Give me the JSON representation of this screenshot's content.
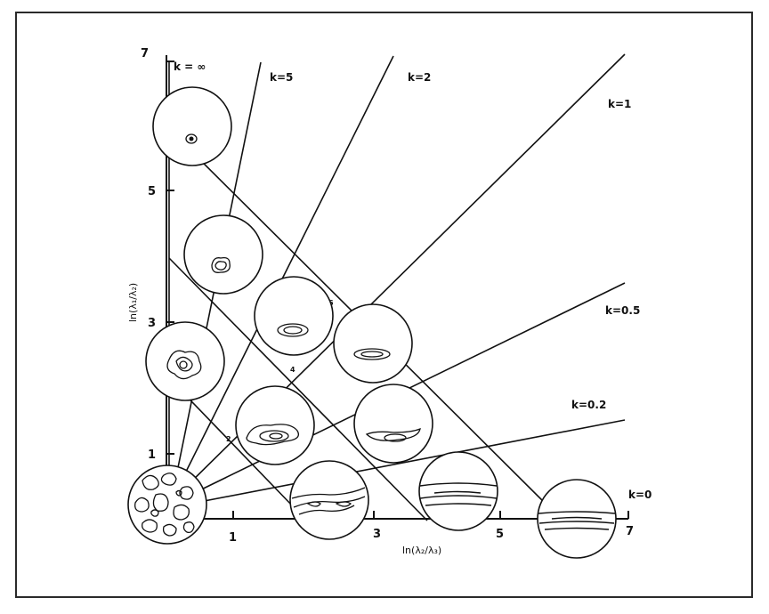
{
  "x_axis": {
    "label": "ln(λ₂/λ₃)",
    "ticks": [
      "1",
      "3",
      "5",
      "7"
    ]
  },
  "y_axis": {
    "label": "ln(λ₁/λ₂)",
    "ticks": [
      "1",
      "3",
      "5",
      "7"
    ]
  },
  "k_lines": {
    "k_inf": "k = ∞",
    "k5": "k=5",
    "k2": "k=2",
    "k1": "k=1",
    "k05": "k=0.5",
    "k02": "k=0.2",
    "k0": "k=0"
  },
  "contour_labels": {
    "c2": "2",
    "c4": "4",
    "c6": "6"
  },
  "colors": {
    "ink": "#111111",
    "background": "#ffffff",
    "frame": "#2a2a2a"
  }
}
